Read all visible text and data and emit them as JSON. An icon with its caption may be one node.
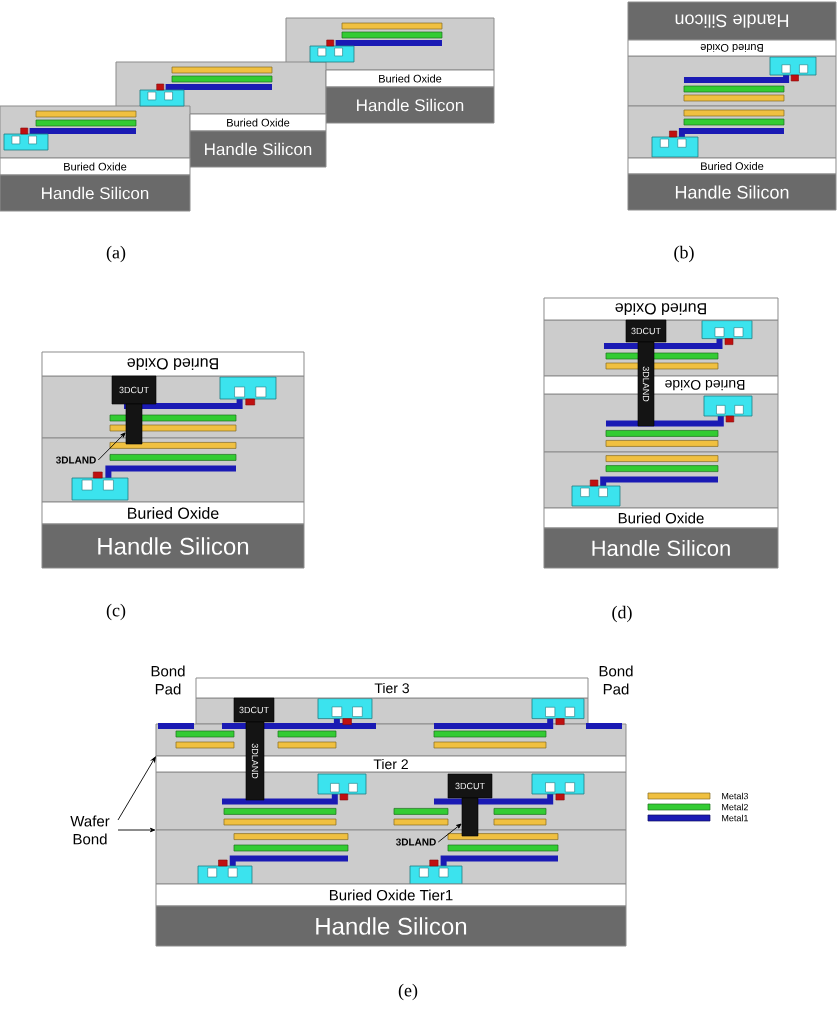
{
  "diagram": {
    "nodes": [
      {
        "text": [],
        "shape": "box"
      },
      {
        "text": [
          "Buried Oxide"
        ]
      },
      {
        "text": [
          "Handle Silicon"
        ]
      },
      {
        "text": [],
        "shape": "box"
      },
      {
        "text": [
          "Buried Oxide"
        ]
      },
      {
        "text": [
          "Handle Silicon"
        ]
      },
      {
        "text": [],
        "shape": "box"
      },
      {
        "text": [
          "Buried Oxide"
        ]
      },
      {
        "text": [
          "Handle Silicon"
        ]
      },
      {
        "text": [
          "Handle Silicon"
        ]
      },
      {
        "text": [
          "Buried Oxide"
        ]
      },
      {
        "text": [],
        "shape": "box"
      },
      {
        "text": [],
        "shape": "box"
      },
      {
        "text": [
          "Buried Oxide"
        ]
      },
      {
        "text": [
          "Handle Silicon"
        ]
      },
      {
        "text": [
          "Buried Oxide"
        ]
      },
      {
        "text": [],
        "shape": "box"
      },
      {
        "text": [
          "3DCUT"
        ],
        "in": 16
      },
      {
        "text": [],
        "shape": "bar"
      },
      {
        "text": [],
        "shape": "box"
      },
      {
        "text": [
          "3DLAND"
        ],
        "in": 19
      },
      {
        "text": [
          "Buried Oxide"
        ]
      },
      {
        "text": [
          "Handle Silicon"
        ]
      },
      {
        "text": [
          "Buried Oxide"
        ]
      },
      {
        "text": [],
        "shape": "box"
      },
      {
        "text": [
          "3DCUT"
        ],
        "in": 24
      },
      {
        "text": [
          "3DLAND"
        ]
      },
      {
        "text": [
          "Buried Oxide"
        ]
      },
      {
        "text": [],
        "shape": "box"
      },
      {
        "text": [],
        "shape": "box"
      },
      {
        "text": [
          "Buried Oxide"
        ]
      },
      {
        "text": [
          "Handle Silicon"
        ]
      },
      {
        "text": [
          "Tier 3"
        ]
      },
      {
        "text": [],
        "shape": "box"
      },
      {
        "text": [
          "3DCUT"
        ],
        "in": 33
      },
      {
        "text": [
          "3DLAND"
        ]
      },
      {
        "text": [],
        "shape": "box"
      },
      {
        "text": [
          "Tier 2"
        ]
      },
      {
        "text": [],
        "shape": "box"
      },
      {
        "text": [
          "3DCUT"
        ],
        "in": 38
      },
      {
        "text": [],
        "shape": "bar"
      },
      {
        "text": [
          "Wafer Bond"
        ]
      },
      {
        "text": [],
        "shape": "box"
      },
      {
        "text": [
          "3DLAND"
        ],
        "in": 42
      },
      {
        "text": [
          "Buried Oxide Tier1"
        ]
      },
      {
        "text": [
          "Handle Silicon"
        ]
      }
    ],
    "edges": [
      {
        "from": 20,
        "to": 18,
        "arrow": "to"
      },
      {
        "from": 43,
        "to": 40,
        "arrow": "to"
      },
      {
        "from": 41,
        "to": 37,
        "arrow": "to"
      },
      {
        "from": 41,
        "to": 42,
        "arrow": "to"
      }
    ],
    "labels": [
      "(a)",
      "(b)",
      "(c)",
      "(d)",
      "Bond Pad",
      "Bond Pad",
      "(e)"
    ],
    "legend": [
      {
        "text": "Metal3",
        "color": "#f0c040"
      },
      {
        "text": "Metal2",
        "color": "#33cc33"
      },
      {
        "text": "Metal1",
        "color": "#1a1ab4"
      }
    ]
  }
}
